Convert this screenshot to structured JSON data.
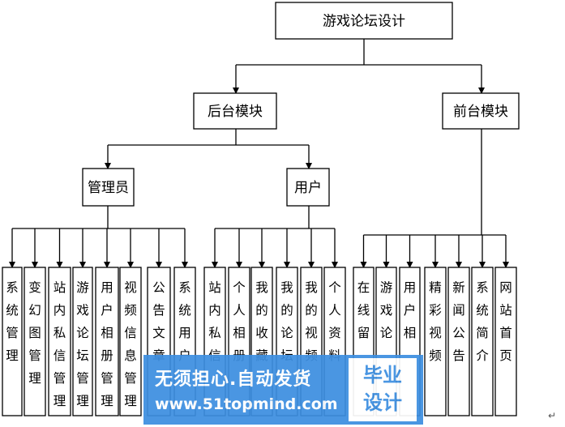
{
  "root": {
    "label": "游戏论坛设计"
  },
  "backend": {
    "label": "后台模块"
  },
  "frontend": {
    "label": "前台模块"
  },
  "admin": {
    "label": "管理员",
    "items": [
      "系统管理",
      "变幻图管理",
      "站内私信管理",
      "游戏论坛管理",
      "用户相册管理",
      "视频信息管理",
      "公告文章",
      "系统用户"
    ]
  },
  "user": {
    "label": "用户",
    "items": [
      "站内私信",
      "个人相册",
      "我的收藏",
      "我的论坛",
      "我的视频",
      "个人资料"
    ]
  },
  "front": {
    "items": [
      "在线留",
      "游戏论",
      "用户相",
      "精彩视频",
      "新闻公告",
      "系统简介",
      "网站首页"
    ]
  },
  "watermark": {
    "line1": "无须担心.自动发货",
    "line2": "www.51topmind.com",
    "badge_top": "毕业",
    "badge_bottom": "设计"
  },
  "return_mark": "↵"
}
